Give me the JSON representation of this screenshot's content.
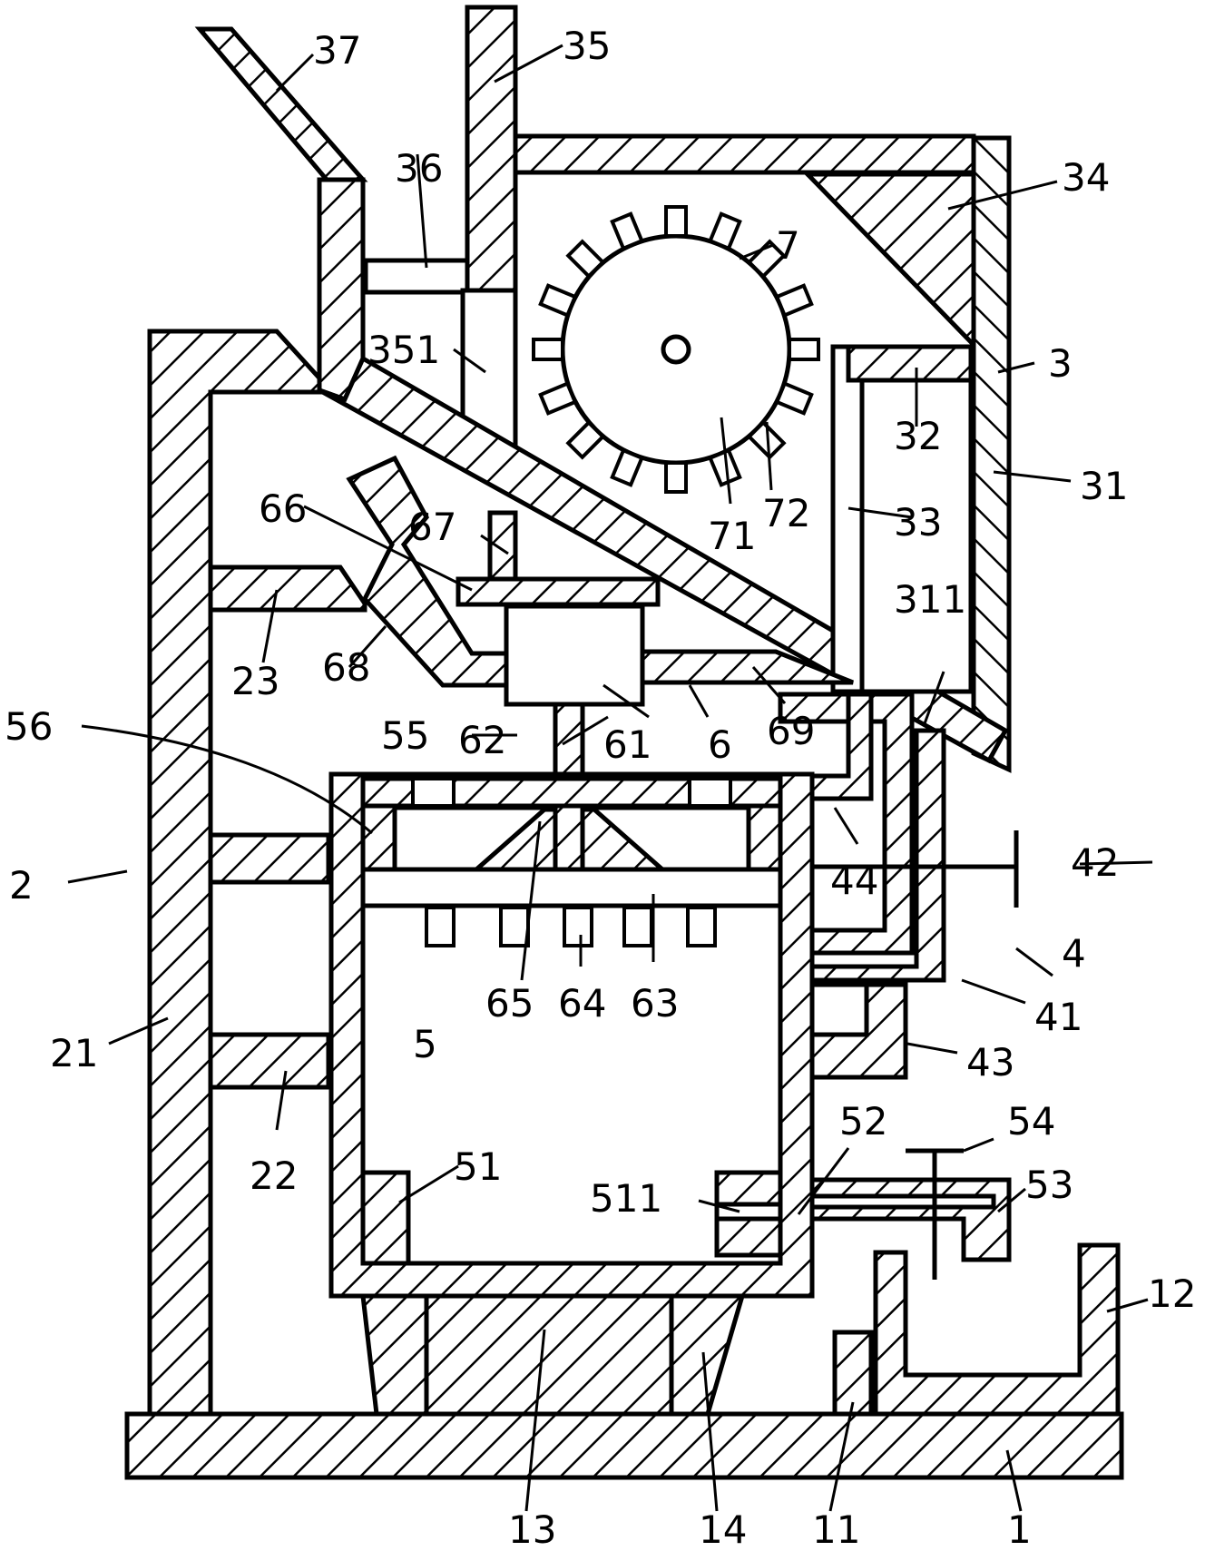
{
  "labels": {
    "l1": "1",
    "l2": "2",
    "l3": "3",
    "l4": "4",
    "l5": "5",
    "l6": "6",
    "l7": "7",
    "l11": "11",
    "l12": "12",
    "l13": "13",
    "l14": "14",
    "l21": "21",
    "l22": "22",
    "l23": "23",
    "l31": "31",
    "l32": "32",
    "l33": "33",
    "l34": "34",
    "l35": "35",
    "l36": "36",
    "l37": "37",
    "l41": "41",
    "l42": "42",
    "l43": "43",
    "l44": "44",
    "l51": "51",
    "l52": "52",
    "l53": "53",
    "l54": "54",
    "l55": "55",
    "l56": "56",
    "l61": "61",
    "l62": "62",
    "l63": "63",
    "l64": "64",
    "l65": "65",
    "l66": "66",
    "l67": "67",
    "l68": "68",
    "l69": "69",
    "l71": "71",
    "l72": "72",
    "l311": "311",
    "l351": "351",
    "l511": "511"
  }
}
